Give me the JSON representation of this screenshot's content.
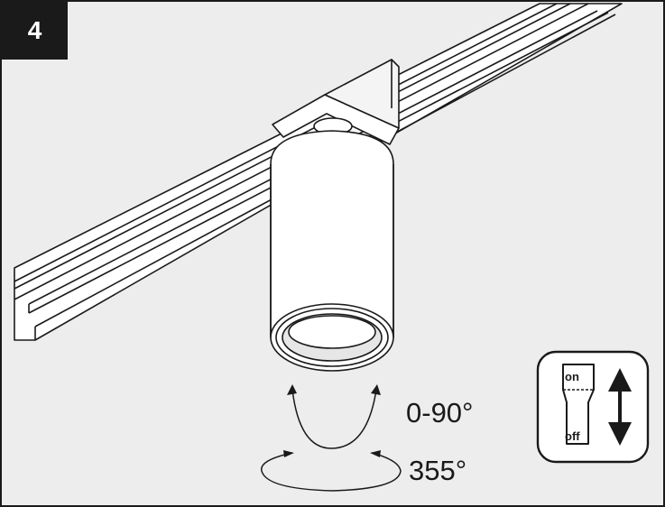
{
  "step": {
    "number": "4"
  },
  "adjustment": {
    "tilt_range": "0-90°",
    "rotation_range": "355°"
  },
  "switch_icon": {
    "on_label": "on",
    "off_label": "off",
    "icon": "on-off-switch-icon"
  },
  "colors": {
    "background": "#ededed",
    "line": "#1a1a1a",
    "badge": "#1a1a1a",
    "fixture_fill": "#ffffff"
  }
}
